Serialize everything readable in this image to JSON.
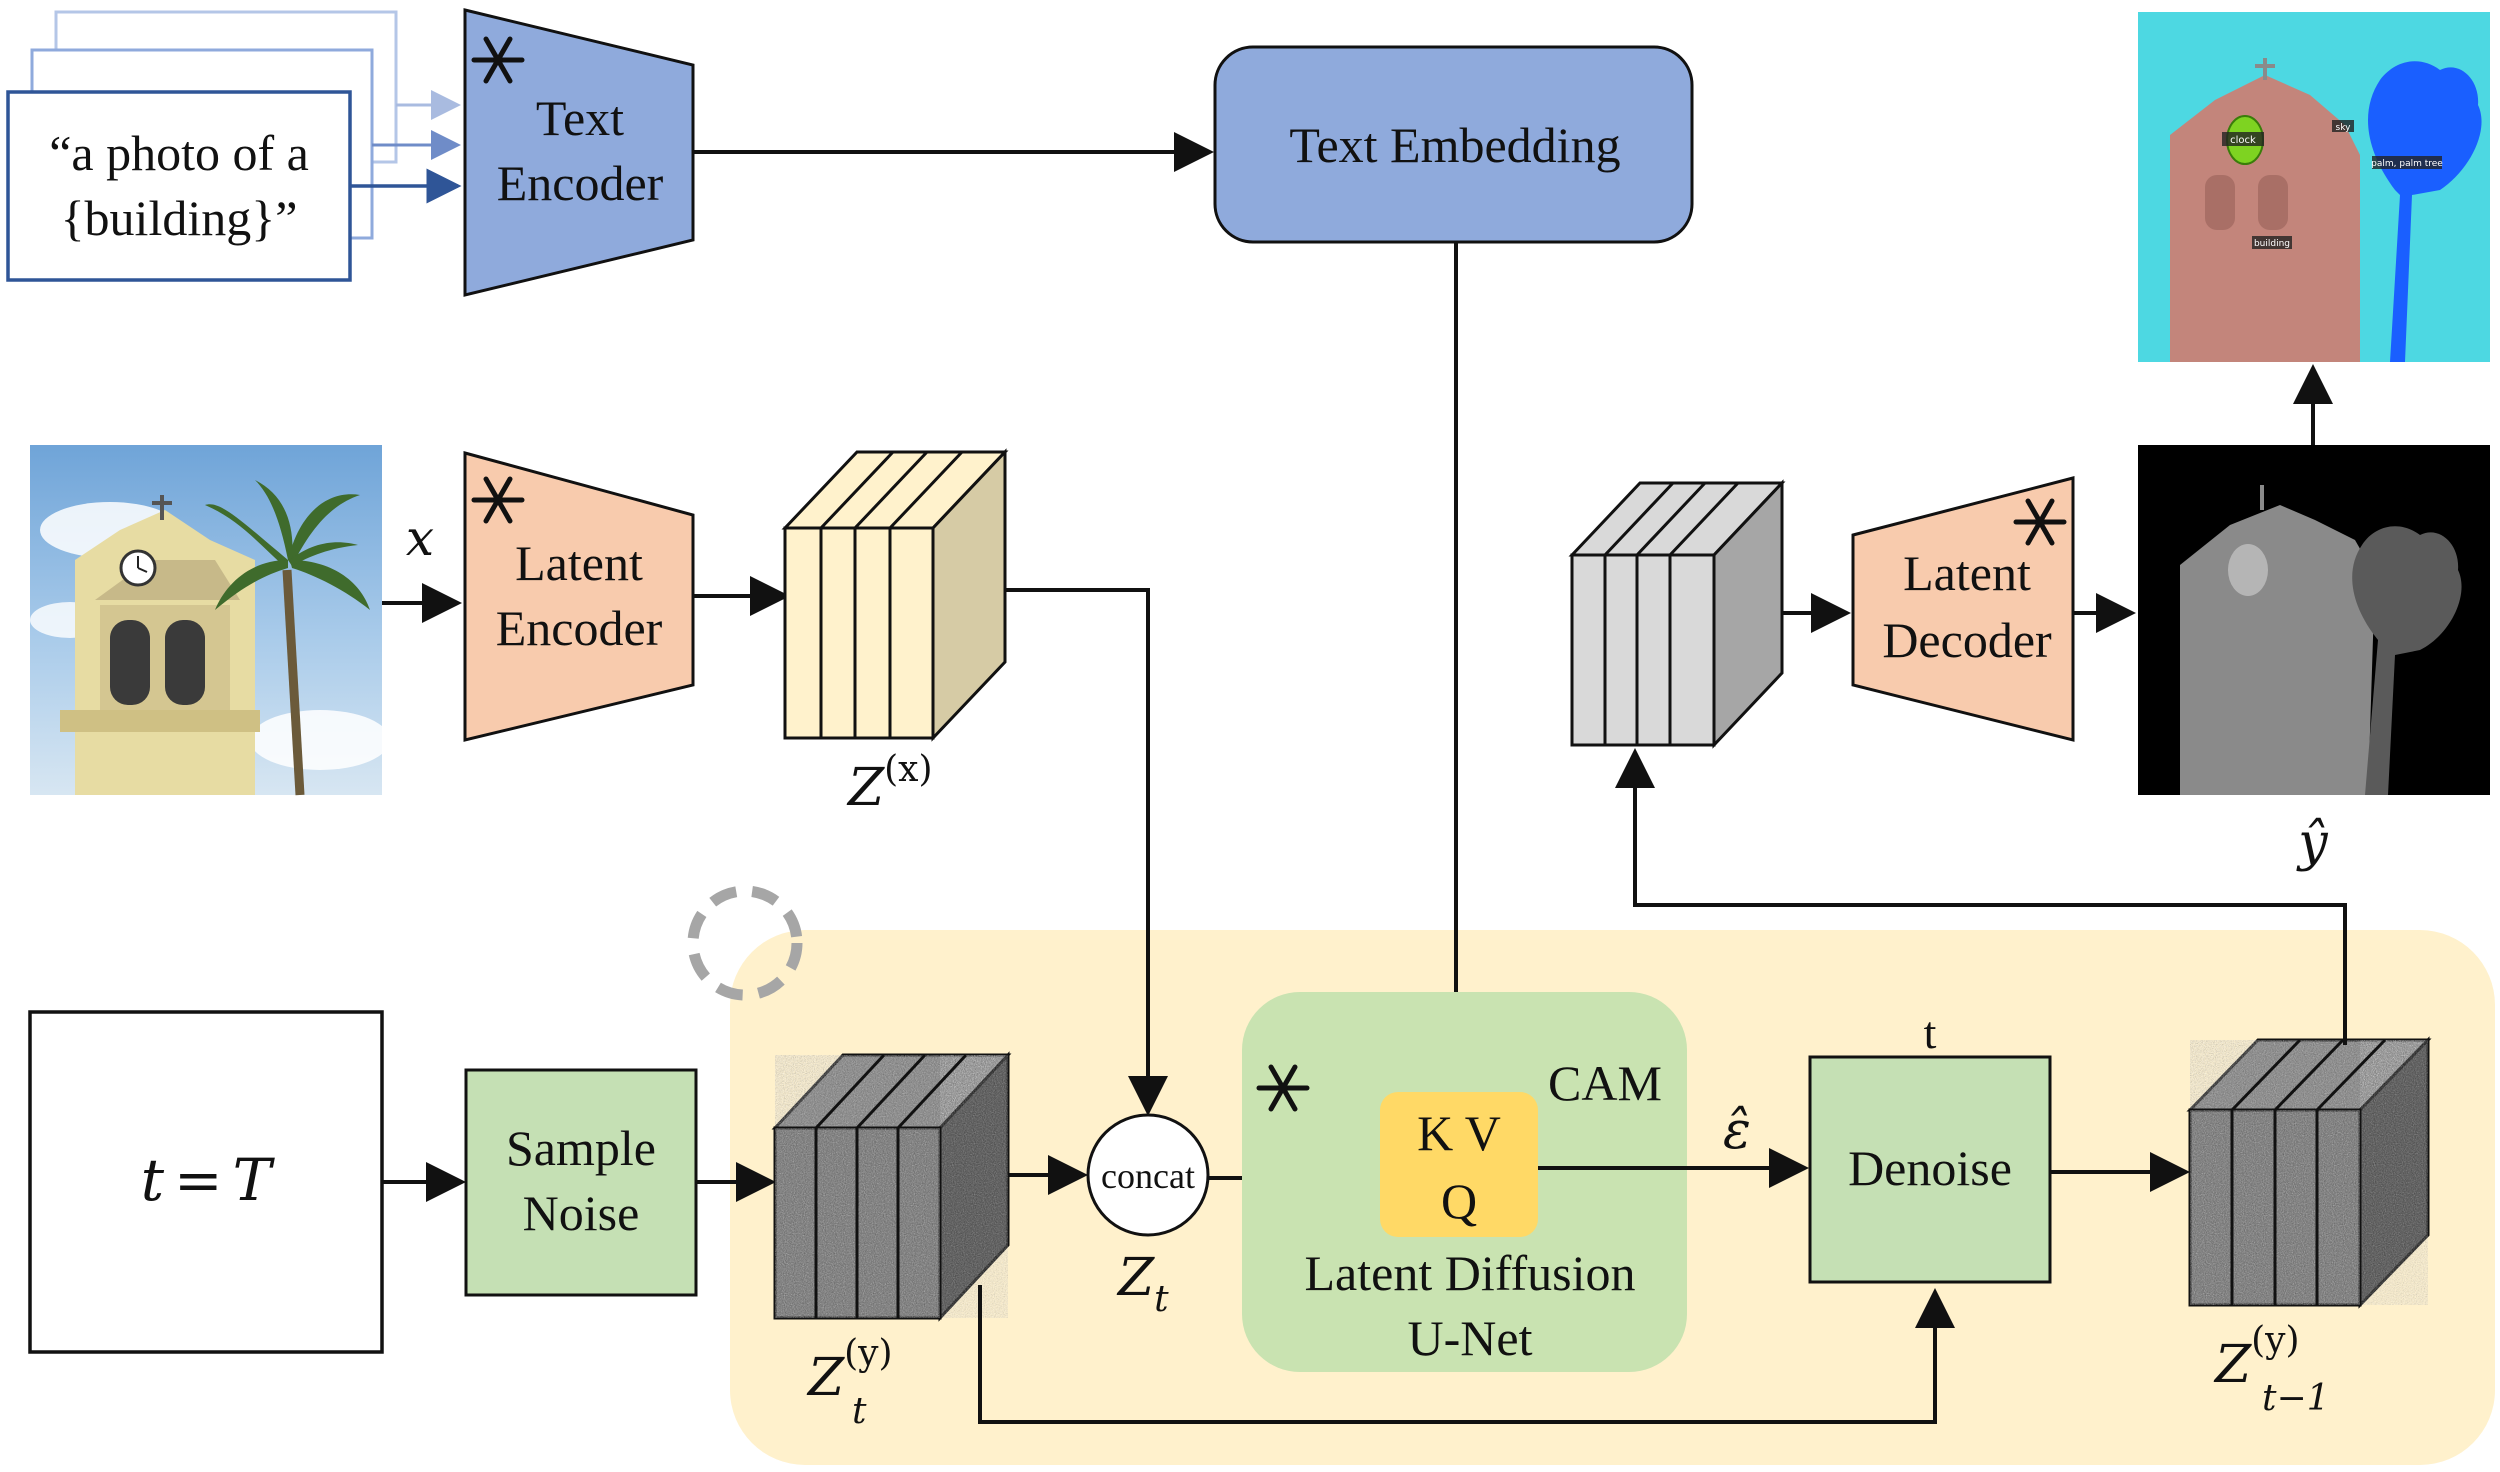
{
  "colors": {
    "encoder_blue": "#8faadc",
    "encoder_peach": "#f8cbad",
    "box_green": "#c5e0b4",
    "cam_green": "#c9e3b1",
    "kvq_yellow": "#ffd966",
    "loop_bg": "#fff1cc",
    "latent_cream": "#fff2cc",
    "decoded_gray": "#d9d9d9",
    "text_card_border": "#2f5597",
    "sky": "#4dd8e2"
  },
  "text_input": {
    "line1": "“a photo of a",
    "line2": "{building}”"
  },
  "text_encoder": {
    "line1": "Text",
    "line2": "Encoder",
    "frozen_icon": "snowflake-icon"
  },
  "text_embedding": {
    "label": "Text Embedding"
  },
  "input_image": {
    "label": "x"
  },
  "latent_encoder": {
    "line1": "Latent",
    "line2": "Encoder",
    "frozen_icon": "snowflake-icon"
  },
  "latent_x": {
    "base": "Z",
    "sup": "(x)"
  },
  "latent_decoder": {
    "line1": "Latent",
    "line2": "Decoder",
    "frozen_icon": "snowflake-icon"
  },
  "depth_output": {
    "label": "ŷ"
  },
  "segmentation_labels": {
    "clock": "clock",
    "sky": "sky",
    "palm": "palm, palm tree",
    "building": "building"
  },
  "timestep_box": {
    "lhs": "t",
    "eq": "=",
    "rhs": "T"
  },
  "sample_noise": {
    "line1": "Sample",
    "line2": "Noise"
  },
  "noisy_latent": {
    "base": "Z",
    "sub": "t",
    "sup": "(y)"
  },
  "concat": {
    "label": "concat",
    "result_base": "Z",
    "result_sub": "t"
  },
  "unet": {
    "cam_label": "CAM",
    "kv_label": "K V",
    "q_label": "Q",
    "line1": "Latent Diffusion",
    "line2": "U-Net",
    "frozen_icon": "snowflake-icon"
  },
  "noise_pred": {
    "label": "ε̂"
  },
  "denoise": {
    "label": "Denoise",
    "step_label": "t"
  },
  "next_latent": {
    "base": "Z",
    "sub": "t−1",
    "sup": "(y)"
  },
  "loop_icon": "dashed-loop-icon"
}
